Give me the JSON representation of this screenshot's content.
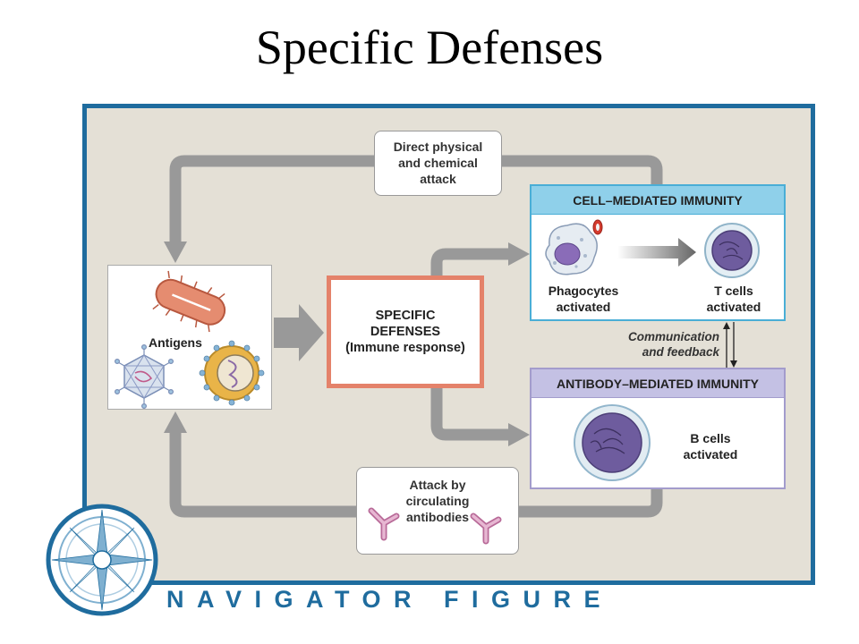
{
  "title": "Specific Defenses",
  "antigens": {
    "label": "Antigens"
  },
  "specific_defenses": {
    "line1": "SPECIFIC",
    "line2": "DEFENSES",
    "line3": "(Immune response)"
  },
  "direct_attack": {
    "line1": "Direct physical",
    "line2": "and chemical",
    "line3": "attack"
  },
  "circulating_attack": {
    "line1": "Attack by",
    "line2": "circulating",
    "line3": "antibodies"
  },
  "cell_mediated": {
    "header": "CELL–MEDIATED IMMUNITY",
    "phagocytes_line1": "Phagocytes",
    "phagocytes_line2": "activated",
    "tcells_line1": "T cells",
    "tcells_line2": "activated"
  },
  "communication": {
    "line1": "Communication",
    "line2": "and feedback"
  },
  "antibody_mediated": {
    "header": "ANTIBODY–MEDIATED IMMUNITY",
    "bcells_line1": "B cells",
    "bcells_line2": "activated"
  },
  "footer": "NAVIGATOR FIGURE",
  "colors": {
    "frame_blue": "#1f6c9e",
    "panel_bg": "#e4e0d6",
    "arrow_gray": "#999999",
    "specific_border": "#e4826a",
    "cmi_header": "#8fd0ea",
    "ami_header": "#c4c1e4",
    "cell_purple": "#6a5a98",
    "antibody_pink": "#d7a2c2"
  }
}
